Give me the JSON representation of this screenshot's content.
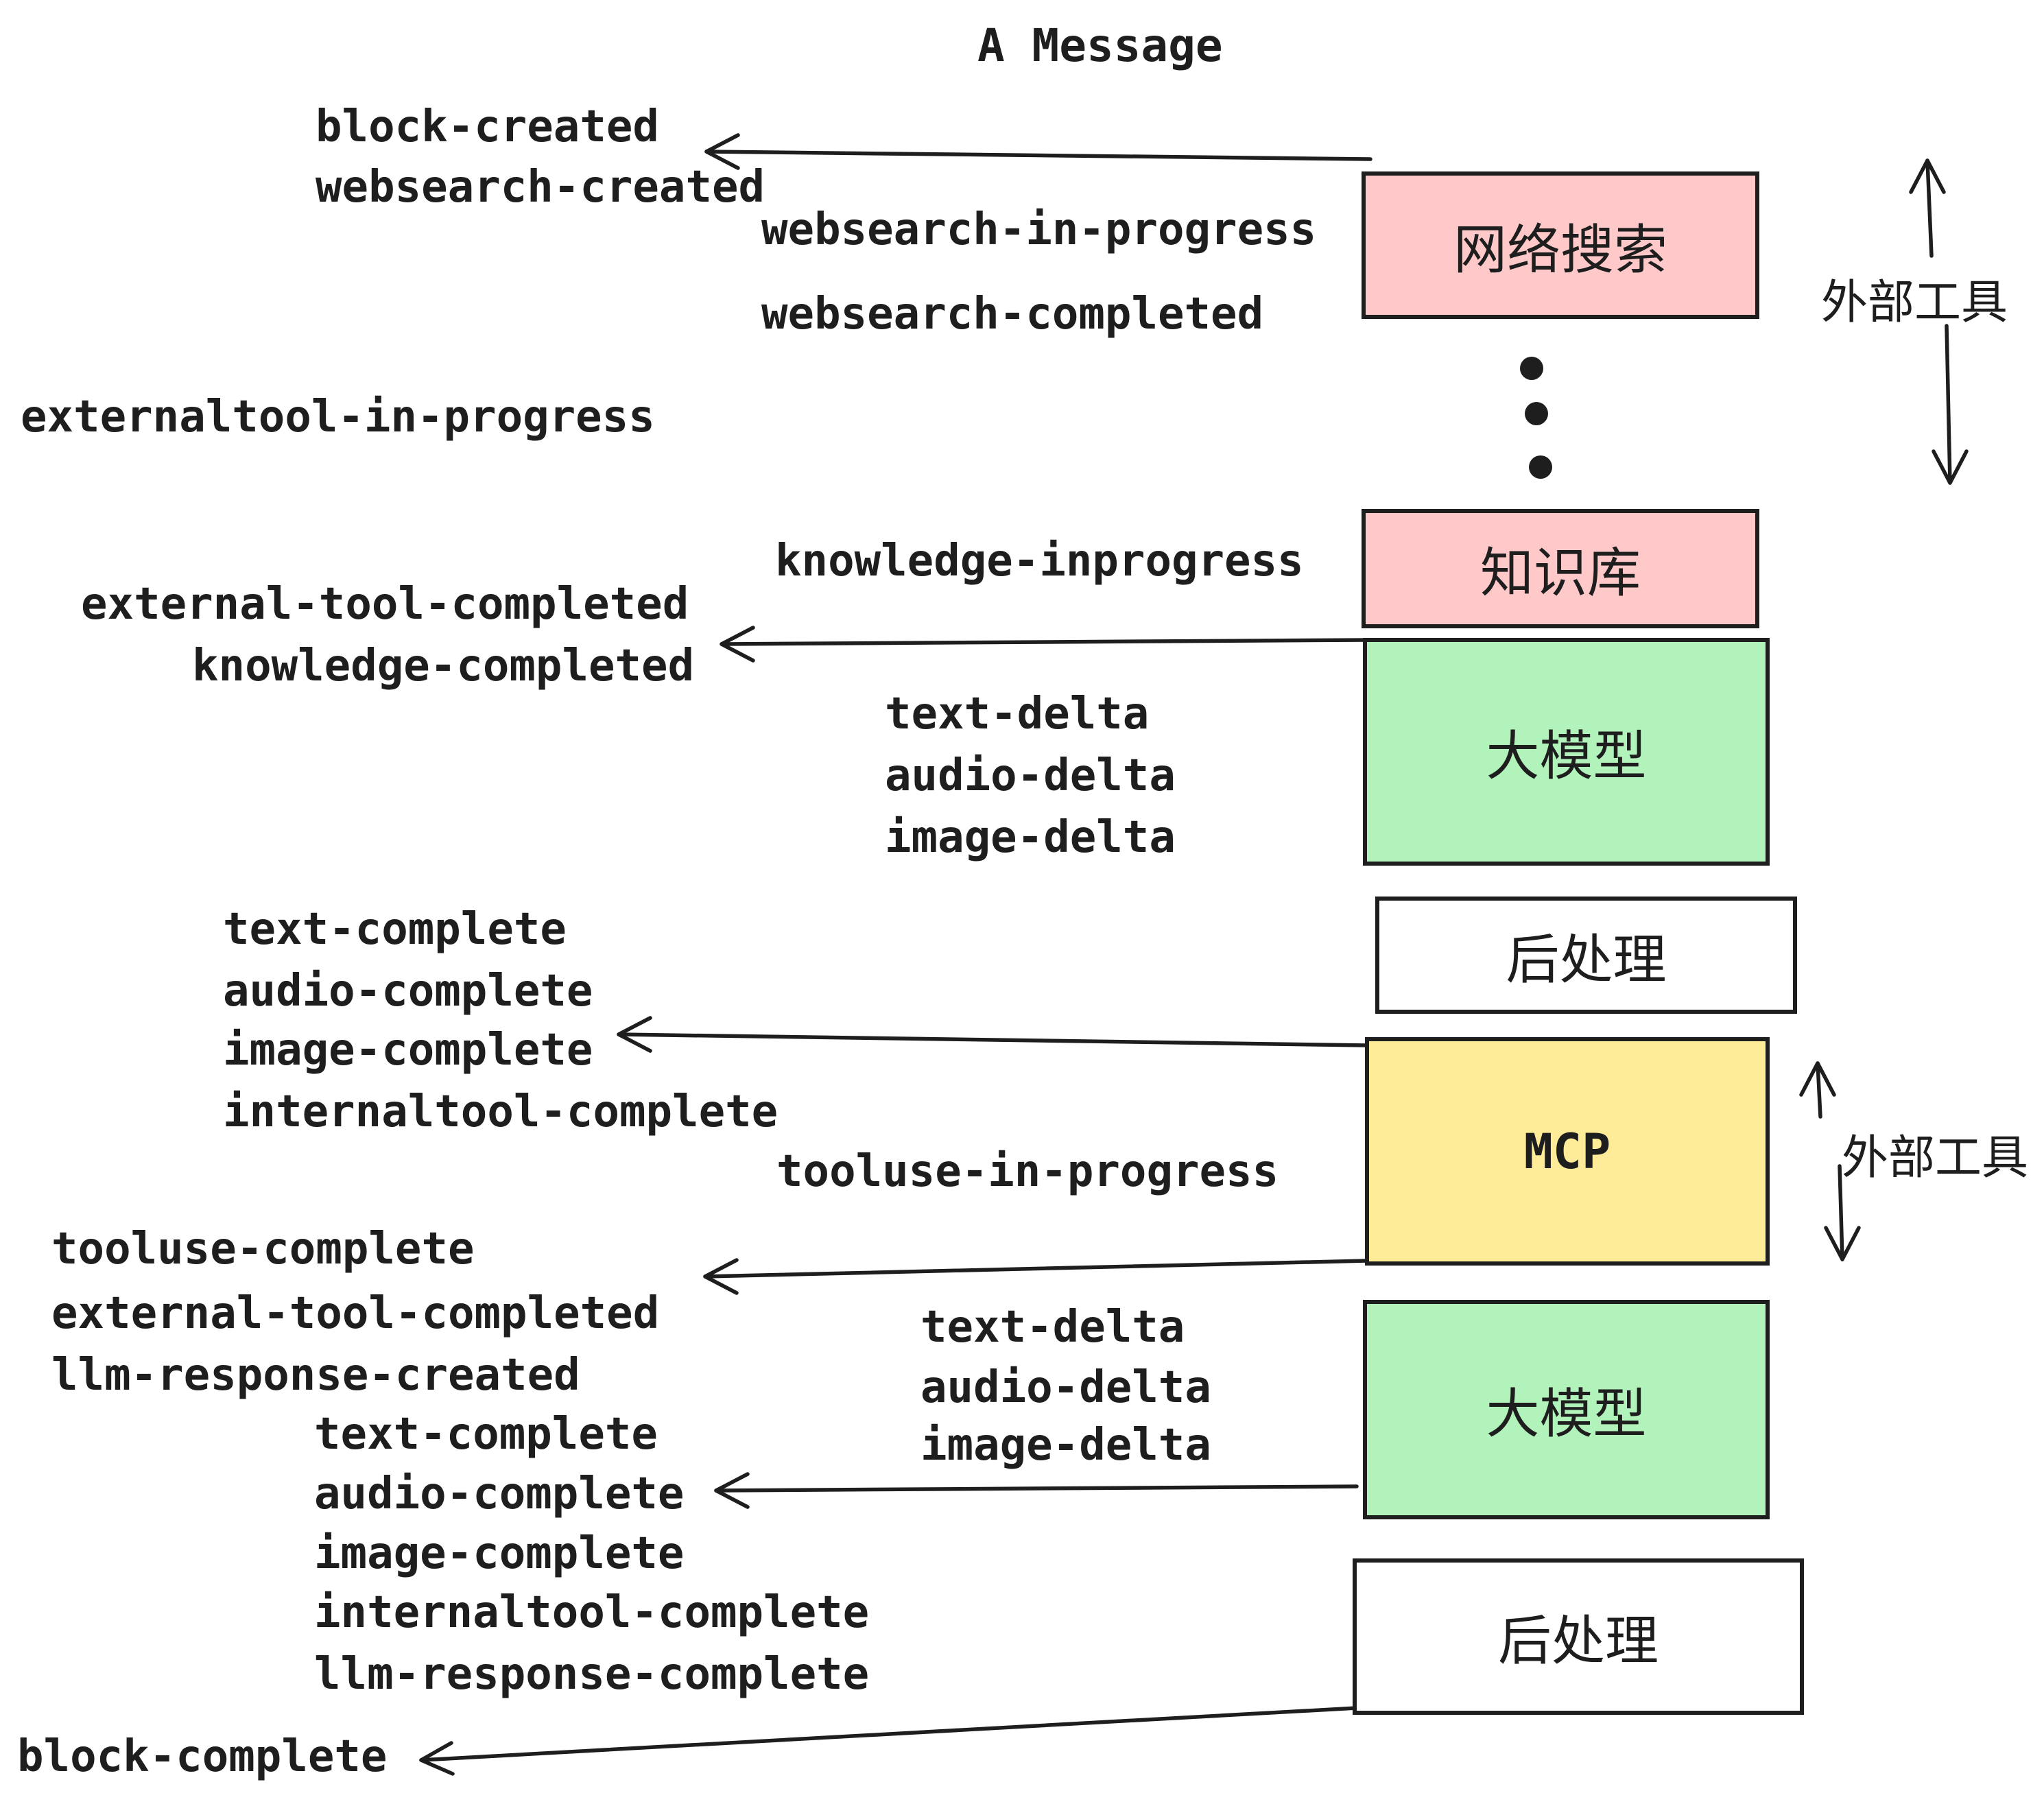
{
  "title": "A Message",
  "colors": {
    "ink": "#1e1e1e",
    "background": "#ffffff",
    "node_pink": "#ffc9c9",
    "node_green": "#b2f2bb",
    "node_yellow": "#ffec99",
    "node_white": "#ffffff"
  },
  "boxes": {
    "websearch": "网络搜索",
    "knowledge": "知识库",
    "llm": "大模型",
    "postprocess": "后处理",
    "mcp": "MCP"
  },
  "side_labels": {
    "external_tools": "外部工具"
  },
  "icons": {
    "vertical_ellipsis": "vertical-ellipsis-icon"
  },
  "events": {
    "block_created": "block-created",
    "websearch_created": "websearch-created",
    "websearch_in_progress": "websearch-in-progress",
    "websearch_completed": "websearch-completed",
    "externaltool_in_progress": "externaltool-in-progress",
    "knowledge_inprogress": "knowledge-inprogress",
    "external_tool_completed": "external-tool-completed",
    "knowledge_completed": "knowledge-completed",
    "text_delta": "text-delta",
    "audio_delta": "audio-delta",
    "image_delta": "image-delta",
    "text_complete": "text-complete",
    "audio_complete": "audio-complete",
    "image_complete": "image-complete",
    "internaltool_complete": "internaltool-complete",
    "tooluse_in_progress": "tooluse-in-progress",
    "tooluse_complete": "tooluse-complete",
    "llm_response_created": "llm-response-created",
    "llm_response_complete": "llm-response-complete",
    "block_complete": "block-complete"
  }
}
